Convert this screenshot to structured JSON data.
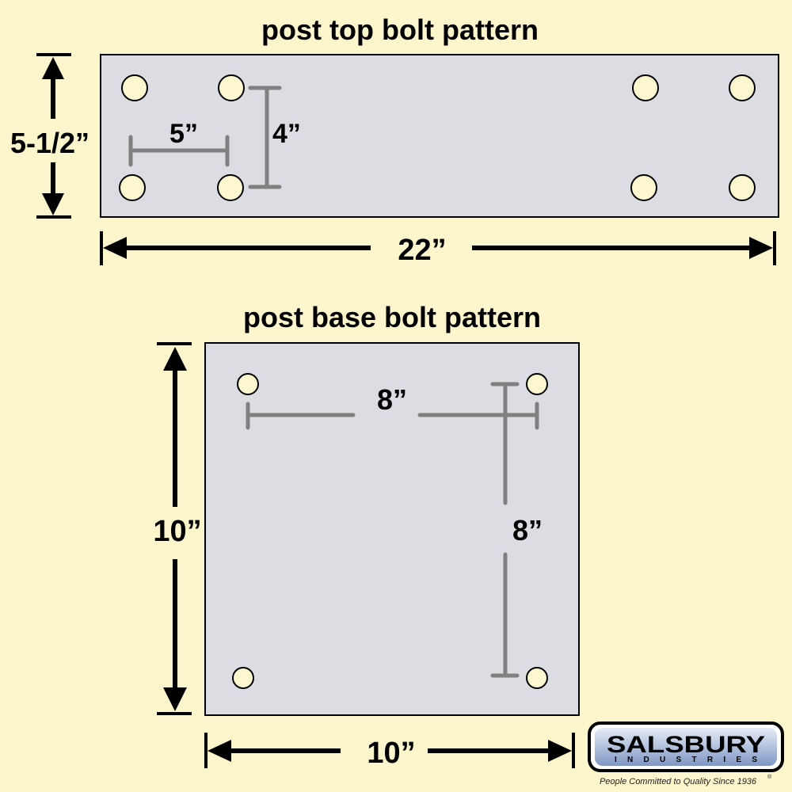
{
  "top": {
    "title": "post top bolt pattern",
    "height": "5-1/2”",
    "width": "22”",
    "spacing_h": "5”",
    "spacing_v": "4”"
  },
  "base": {
    "title": "post base bolt pattern",
    "height": "10”",
    "width": "10”",
    "spacing_h": "8”",
    "spacing_v": "8”"
  },
  "logo": {
    "name": "SALSBURY",
    "sub": "INDUSTRIES",
    "tagline": "People Committed to Quality Since 1936",
    "mark": "®"
  },
  "colors": {
    "background": "#fdf5cc",
    "plate": "#dcdde2",
    "hole": "#fdf7cf",
    "dimension_gray": "#808080"
  }
}
